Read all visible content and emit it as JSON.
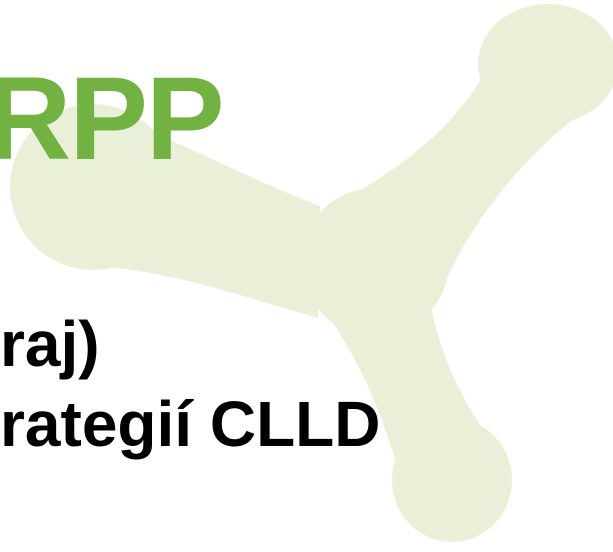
{
  "colors": {
    "title": "#72b243",
    "shape": "#eaf0d8",
    "text": "#000000"
  },
  "graphic": {
    "icon": "three-armed-node-shape"
  },
  "title": {
    "text": "RPP"
  },
  "subtitle": {
    "line1": "raj)",
    "line2": "rategií CLLD"
  }
}
